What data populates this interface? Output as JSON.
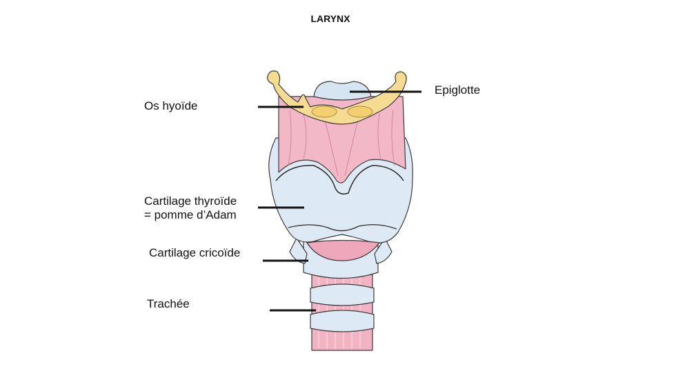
{
  "title": "LARYNX",
  "labels": {
    "hyoid": "Os hyoïde",
    "epiglottis": "Epiglotte",
    "thyroid_line1": "Cartilage thyroïde",
    "thyroid_line2": "= pomme d’Adam",
    "cricoid": "Cartilage cricoïde",
    "trachea": "Trachée"
  },
  "colors": {
    "cartilage": "#dde9f4",
    "muscle": "#f2b8c8",
    "bone": "#f6dc93",
    "outline": "#2a2a2a"
  }
}
